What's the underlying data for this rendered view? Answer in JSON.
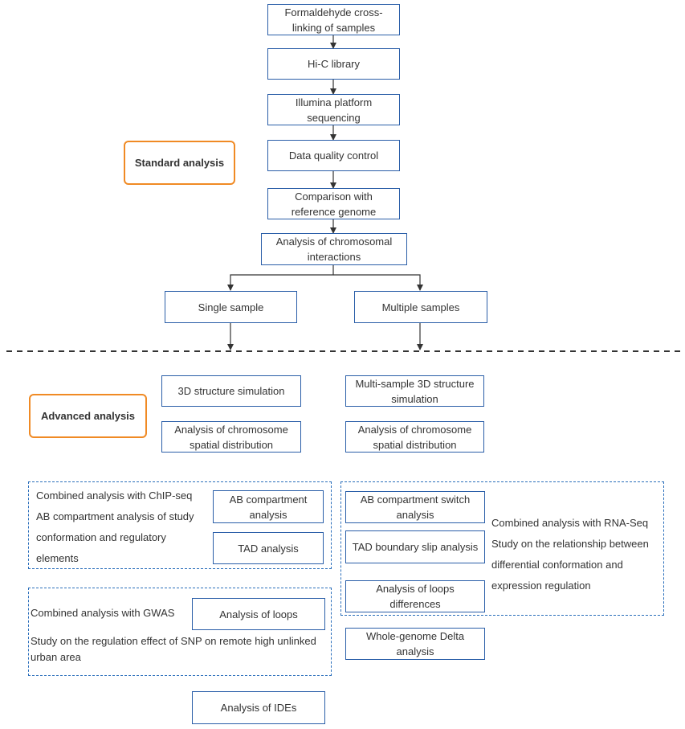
{
  "labels": {
    "standard": "Standard analysis",
    "advanced": "Advanced analysis"
  },
  "pipeline": {
    "crosslinking": "Formaldehyde cross-linking of samples",
    "hic_library": "Hi-C library",
    "sequencing": "Illumina platform sequencing",
    "qc": "Data quality control",
    "comparison": "Comparison with reference genome",
    "interactions": "Analysis of chromosomal interactions",
    "single": "Single sample",
    "multiple": "Multiple samples"
  },
  "advanced": {
    "structure_3d": "3D structure simulation",
    "spatial_single": "Analysis of chromosome spatial distribution",
    "multi_structure_3d": "Multi-sample 3D structure simulation",
    "spatial_multi": "Analysis of chromosome spatial distribution",
    "ab_compartment": "AB compartment analysis",
    "tad": "TAD analysis",
    "loops": "Analysis of loops",
    "ides": "Analysis of IDEs",
    "ab_switch": "AB compartment switch analysis",
    "tad_slip": "TAD boundary slip analysis",
    "loops_diff": "Analysis of loops differences",
    "delta": "Whole-genome Delta analysis"
  },
  "groups": {
    "chip_title": "Combined analysis with ChIP-seq",
    "chip_desc": "AB compartment analysis of study conformation and regulatory elements",
    "gwas_title": "Combined analysis with GWAS",
    "gwas_desc": "Study on the regulation effect of SNP on remote high unlinked urban area",
    "rnaseq_title": "Combined analysis with RNA-Seq",
    "rnaseq_desc": "Study on the relationship between differential conformation and expression regulation"
  },
  "colors": {
    "box_border": "#2a5ea8",
    "label_border": "#f08a24",
    "dashed_group": "#2a6ebb",
    "arrow": "#333333"
  }
}
